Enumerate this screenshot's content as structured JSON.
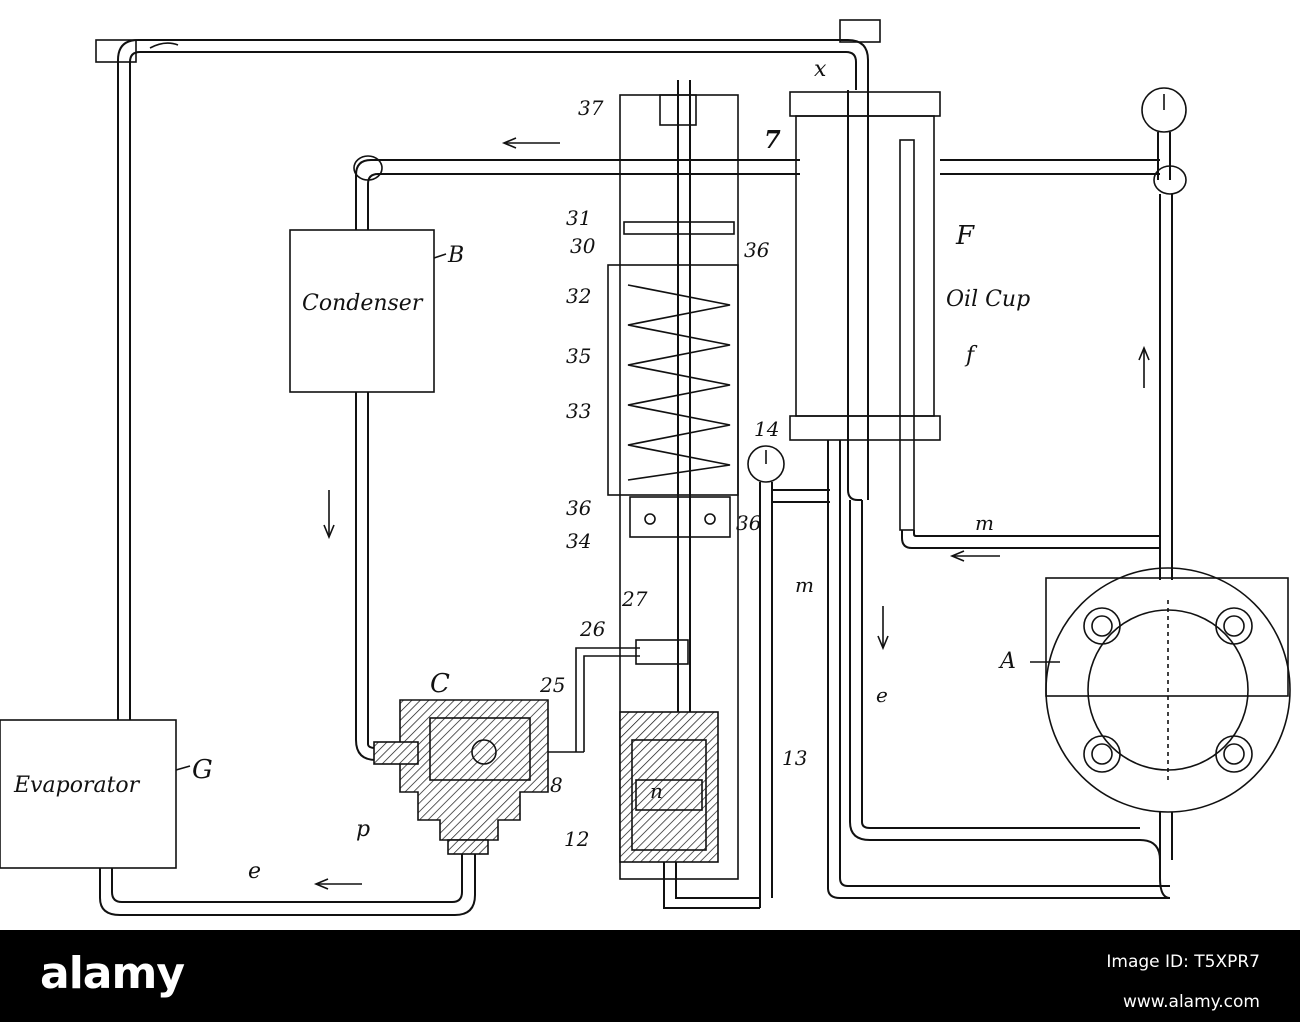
{
  "diagram": {
    "components": {
      "condenser": {
        "name": "Condenser",
        "letter": "B"
      },
      "evaporator": {
        "name": "Evaporator",
        "letter": "G"
      },
      "oil_cup": {
        "name": "Oil Cup",
        "letter": "F"
      },
      "compressor": {
        "letter": "A"
      },
      "valve": {
        "letter": "C"
      }
    },
    "labels": {
      "x": "x",
      "seven": "7",
      "f": "f",
      "m_upper": "m",
      "m_lower": "m",
      "e_vertical": "e",
      "e_bottom": "e",
      "p": "p",
      "n": "n",
      "s": "8",
      "n12": "12",
      "n13": "13",
      "n14": "14",
      "n25": "25",
      "n26": "26",
      "n27": "27",
      "n30": "30",
      "n31": "31",
      "n32": "32",
      "n33": "33",
      "n34": "34",
      "n35": "35",
      "n36a": "36",
      "n36b": "36",
      "n36c": "36",
      "n37": "37"
    }
  },
  "footer": {
    "logo": "alamy",
    "image_id_label": "Image ID: T5XPR7",
    "site": "www.alamy.com"
  }
}
